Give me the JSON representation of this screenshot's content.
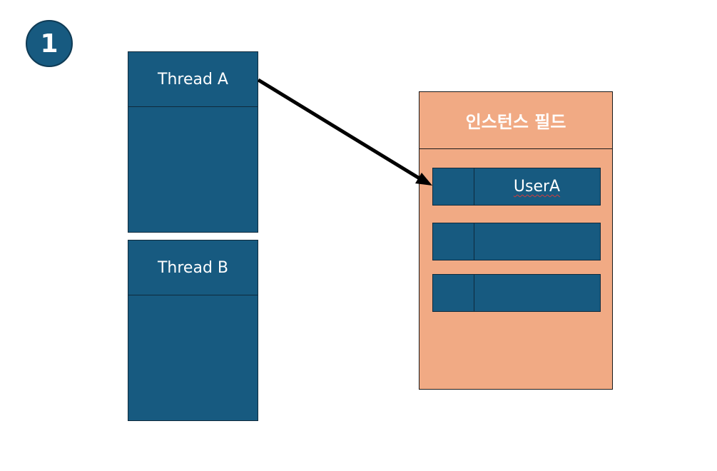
{
  "step_badge": {
    "label": "1"
  },
  "threads": [
    {
      "label": "Thread A"
    },
    {
      "label": "Thread B"
    }
  ],
  "instance_field": {
    "title": "인스턴스 필드",
    "slots": [
      {
        "value": "UserA"
      },
      {
        "value": ""
      },
      {
        "value": ""
      }
    ]
  },
  "colors": {
    "thread_fill": "#175a80",
    "field_fill": "#f1aa84",
    "arrow": "#000000"
  }
}
